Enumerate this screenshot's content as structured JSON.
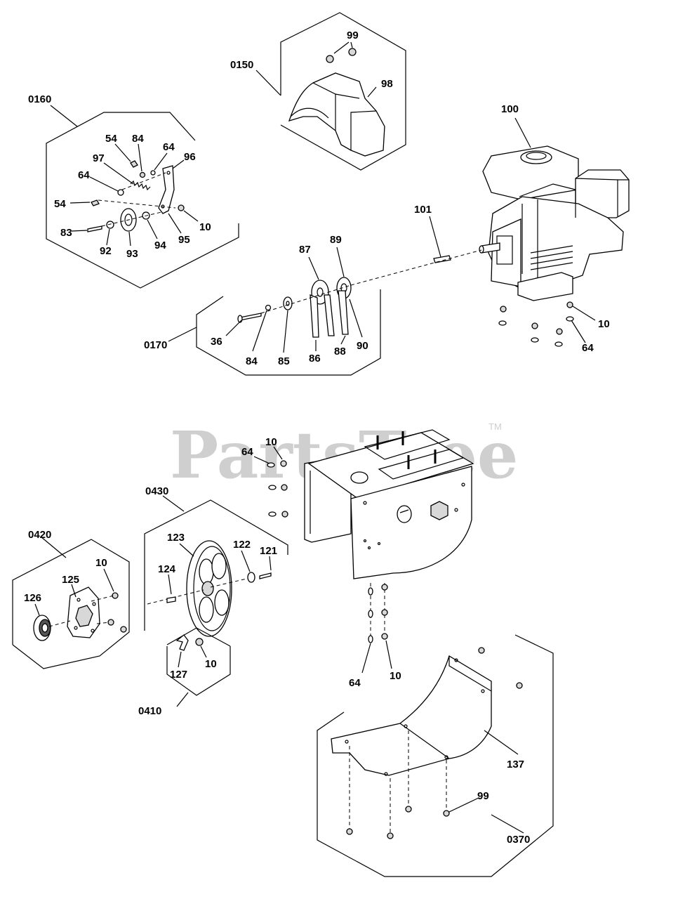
{
  "watermark": {
    "text": "PartsTree",
    "trademark": "TM"
  },
  "groups": {
    "g0150": "0150",
    "g0160": "0160",
    "g0170": "0170",
    "g0370": "0370",
    "g0410": "0410",
    "g0420": "0420",
    "g0430": "0430"
  },
  "callouts": {
    "c99a": "99",
    "c98": "98",
    "c100": "100",
    "c101": "101",
    "c54a": "54",
    "c84a": "84",
    "c64a": "64",
    "c96": "96",
    "c97": "97",
    "c64b": "64",
    "c54b": "54",
    "c10a": "10",
    "c95": "95",
    "c83": "83",
    "c92": "92",
    "c93": "93",
    "c94": "94",
    "c87": "87",
    "c89": "89",
    "c36": "36",
    "c84b": "84",
    "c85": "85",
    "c86": "86",
    "c88": "88",
    "c90": "90",
    "c10b": "10",
    "c64c": "64",
    "c64d": "64",
    "c10c": "10",
    "c123": "123",
    "c122": "122",
    "c121": "121",
    "c124": "124",
    "c10d": "10",
    "c125": "125",
    "c126": "126",
    "c10e": "10",
    "c127": "127",
    "c64e": "64",
    "c10f": "10",
    "c137": "137",
    "c99b": "99"
  }
}
